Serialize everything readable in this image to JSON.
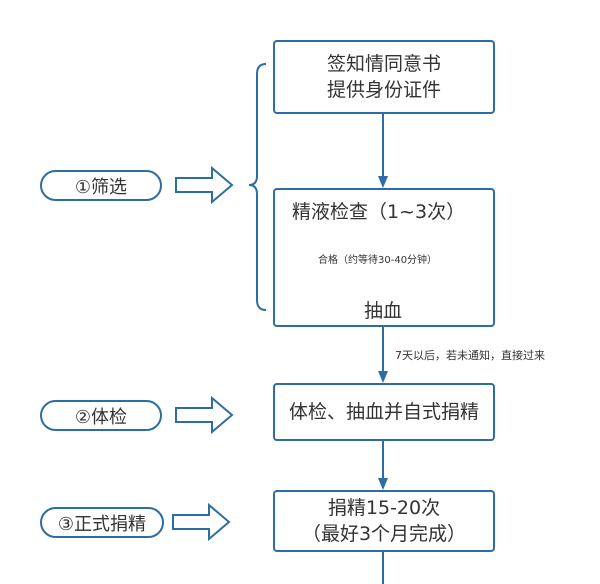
{
  "colors": {
    "line": "#2e6da4",
    "text": "#333333",
    "background": "#ffffff"
  },
  "stages": [
    {
      "label": "①筛选"
    },
    {
      "label": "②体检"
    },
    {
      "label": "③正式捐精"
    }
  ],
  "steps": {
    "consent": {
      "lines": [
        "签知情同意书",
        "提供身份证件"
      ]
    },
    "screening": {
      "title": "精液检查（1~3次）",
      "transition": "合格（约等待30-40分钟）",
      "bottom": "抽血"
    },
    "wait_note": "7天以后，若未通知，直接过来",
    "exam": {
      "lines": [
        "体检、抽血并自式捐精"
      ]
    },
    "donation": {
      "lines": [
        "捐精15-20次",
        "（最好3个月完成）"
      ]
    }
  }
}
